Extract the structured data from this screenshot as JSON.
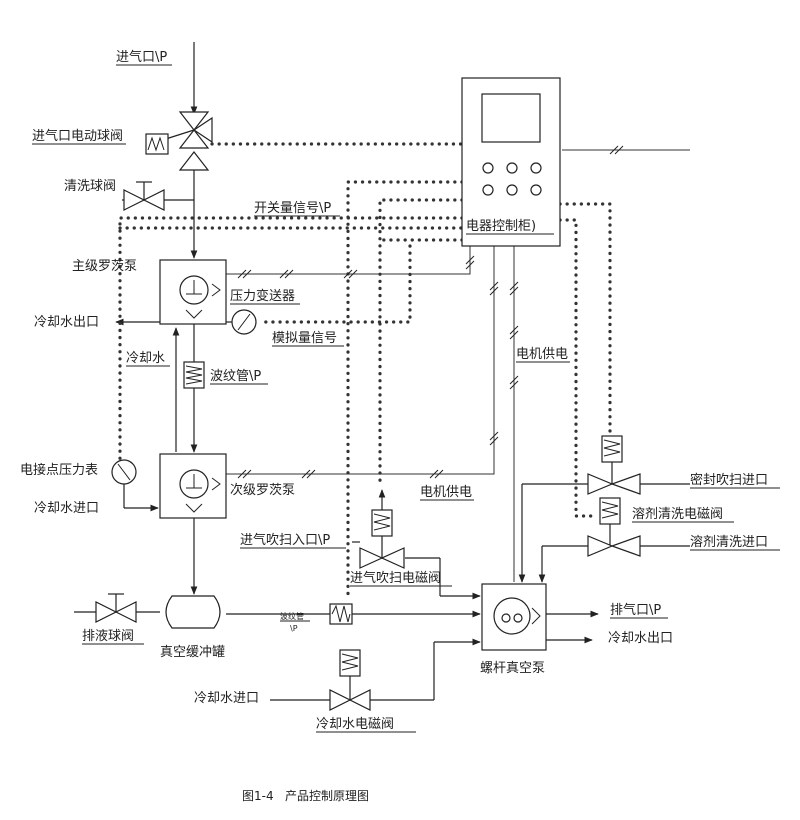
{
  "labels": {
    "inlet_p": "进气口\\P",
    "inlet_motor_valve": "进气口电动球阀",
    "wash_ball_valve": "清洗球阀",
    "switch_signal": "开关量信号\\P",
    "control_cabinet": "电器控制柜)",
    "primary_roots_pump": "主级罗茨泵",
    "pressure_transmitter": "压力变送器",
    "cooling_water_outlet_1": "冷却水出口",
    "analog_signal": "模拟量信号",
    "motor_power_1": "电机供电",
    "cooling_water": "冷却水",
    "bellows_p": "波纹管\\P",
    "contact_pressure_gauge": "电接点压力表",
    "secondary_roots_pump": "次级罗茨泵",
    "motor_power_2": "电机供电",
    "seal_purge_inlet": "密封吹扫进口",
    "cooling_water_inlet_1": "冷却水进口",
    "solvent_wash_valve": "溶剂清洗电磁阀",
    "inlet_purge_inlet": "进气吹扫入口\\P",
    "solvent_wash_inlet": "溶剂清洗进口",
    "inlet_purge_valve": "进气吹扫电磁阀",
    "exhaust_p": "排气口\\P",
    "drain_ball_valve": "排液球阀",
    "bellows_small_top": "波纹管",
    "bellows_small_bottom": "\\P",
    "cooling_water_outlet_2": "冷却水出口",
    "vacuum_buffer_tank": "真空缓冲罐",
    "screw_vacuum_pump": "螺杆真空泵",
    "cooling_water_inlet_2": "冷却水进口",
    "cooling_water_valve": "冷却水电磁阀"
  },
  "caption": "图1-4   产品控制原理图"
}
